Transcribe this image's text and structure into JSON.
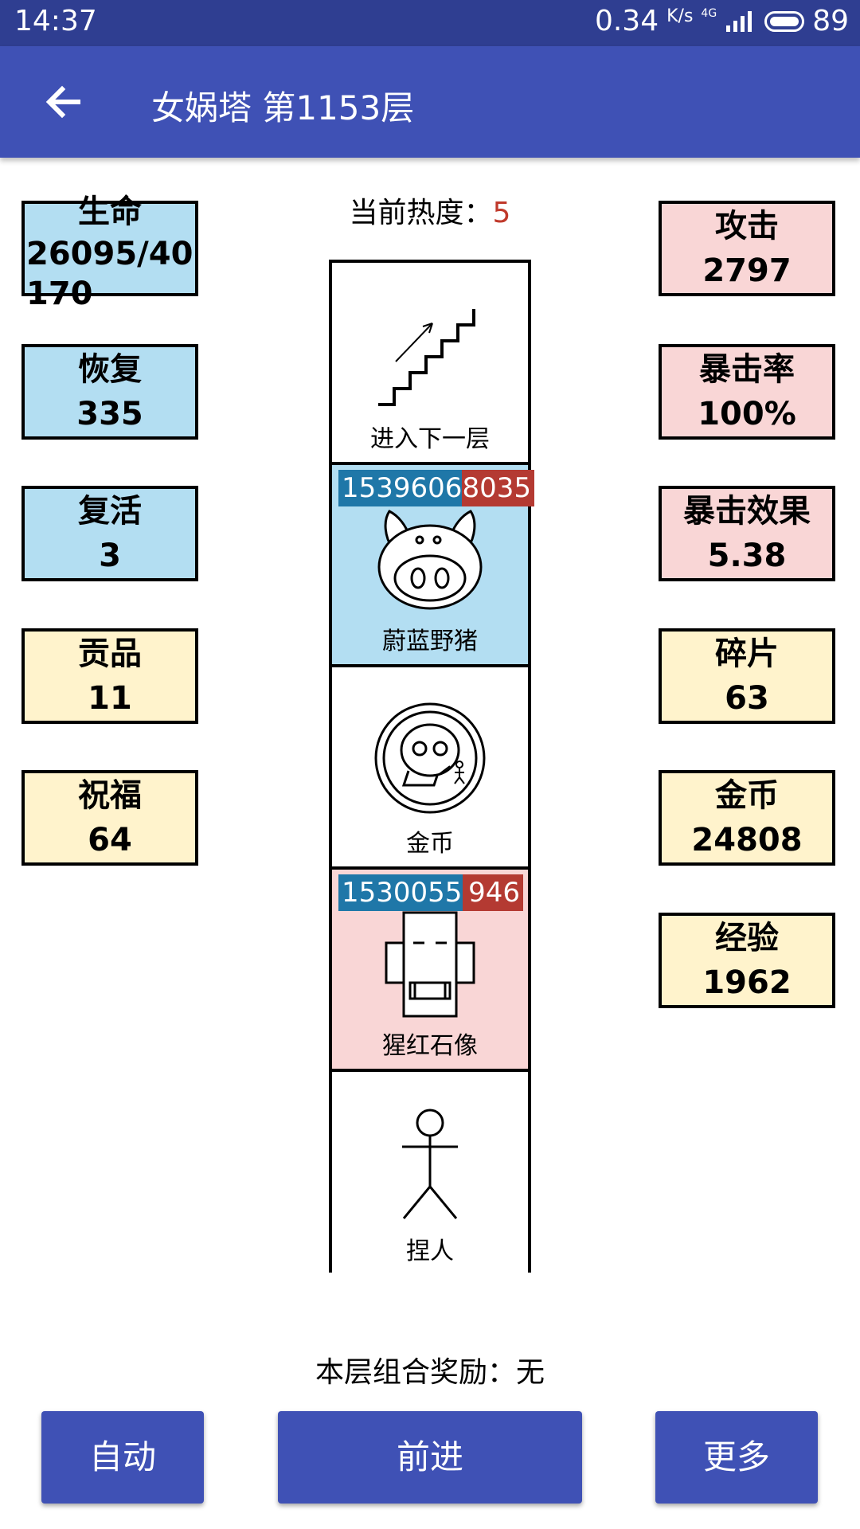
{
  "status": {
    "time": "14:37",
    "speed": "0.34",
    "speed_unit": "K/s",
    "network": "4G",
    "battery": "89"
  },
  "appbar": {
    "title": "女娲塔 第1153层"
  },
  "left_stats": [
    {
      "label": "生命",
      "value": "26095/40170",
      "color": "blue"
    },
    {
      "label": "恢复",
      "value": "335",
      "color": "blue"
    },
    {
      "label": "复活",
      "value": "3",
      "color": "blue"
    },
    {
      "label": "贡品",
      "value": "11",
      "color": "yellow"
    },
    {
      "label": "祝福",
      "value": "64",
      "color": "yellow"
    }
  ],
  "right_stats": [
    {
      "label": "攻击",
      "value": "2797",
      "color": "pink"
    },
    {
      "label": "暴击率",
      "value": "100%",
      "color": "pink"
    },
    {
      "label": "暴击效果",
      "value": "5.38",
      "color": "pink"
    },
    {
      "label": "碎片",
      "value": "63",
      "color": "yellow"
    },
    {
      "label": "金币",
      "value": "24808",
      "color": "yellow"
    },
    {
      "label": "经验",
      "value": "1962",
      "color": "yellow"
    }
  ],
  "heat": {
    "label": "当前热度：",
    "value": "5"
  },
  "tower": {
    "cells": [
      {
        "name": "进入下一层",
        "icon": "stairs-icon",
        "bg": "#ffffff"
      },
      {
        "name": "蔚蓝野猪",
        "icon": "boar-icon",
        "bg": "#b3def2",
        "hp_blue": "1539606",
        "hp_red": "8035"
      },
      {
        "name": "金币",
        "icon": "coin-icon",
        "bg": "#ffffff"
      },
      {
        "name": "猩红石像",
        "icon": "statue-icon",
        "bg": "#f9d6d6",
        "hp_blue": "1530055",
        "hp_red": "946"
      },
      {
        "name": "捏人",
        "icon": "stick-figure-icon",
        "bg": "#ffffff"
      }
    ]
  },
  "bonus": {
    "text": "本层组合奖励：无"
  },
  "buttons": {
    "auto": "自动",
    "forward": "前进",
    "more": "更多"
  },
  "colors": {
    "appbar": "#3f51b5",
    "statusbar": "#2f3e91",
    "blue_box": "#b3def2",
    "pink_box": "#f9d6d6",
    "yellow_box": "#fff3cc"
  }
}
